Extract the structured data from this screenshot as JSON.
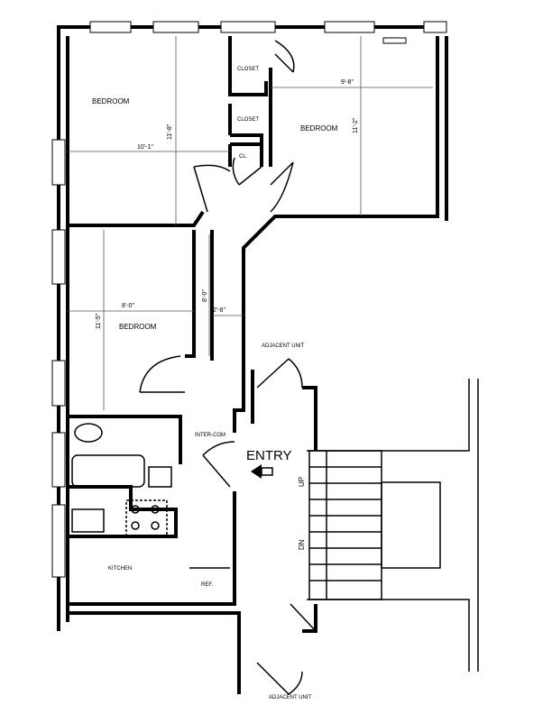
{
  "rooms": {
    "bedroom_nw": "BEDROOM",
    "bedroom_ne": "BEDROOM",
    "bedroom_w": "BEDROOM",
    "closet_1": "CLOSET",
    "closet_2": "CLOSET",
    "closet_3": "CL.",
    "kitchen": "KITCHEN",
    "ref": "REF.",
    "intercom": "INTER-COM",
    "entry": "ENTRY",
    "stairs_up": "UP",
    "stairs_down": "DN",
    "adjacent_top": "ADJACENT UNIT",
    "adjacent_bottom": "ADJACENT UNIT"
  },
  "dimensions": {
    "bedroom_nw_width": "10'-1\"",
    "bedroom_nw_depth": "11'-8\"",
    "bedroom_ne_width": "9'-8\"",
    "bedroom_ne_depth": "11'-2\"",
    "bedroom_w_width": "8'-0\"",
    "bedroom_w_depth": "11'-5\"",
    "hall_length": "8'-0\"",
    "hall_width": "2'-6\""
  }
}
